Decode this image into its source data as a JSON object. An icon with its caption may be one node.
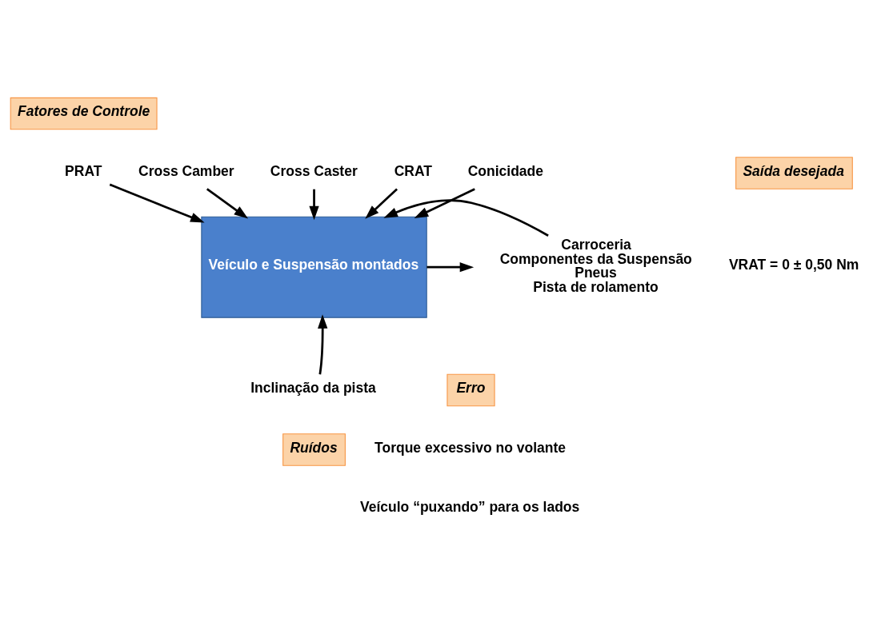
{
  "diagram": {
    "nodes": [
      {
        "text": [
          "Fatores de Controle"
        ]
      },
      {
        "text": [
          "Cross Camber"
        ]
      },
      {
        "text": [
          "Cross Caster"
        ]
      },
      {
        "text": [
          "PRAT"
        ]
      },
      {
        "text": [
          "CRAT"
        ]
      },
      {
        "text": [
          "Conicidade"
        ]
      },
      {
        "text": [
          "Carroceria",
          "Componentes da Suspensão",
          "Pneus",
          "Pista de rolamento"
        ]
      },
      {
        "text": [
          "Saída desejada"
        ]
      },
      {
        "text": [
          "Veículo e Suspensão montados"
        ]
      },
      {
        "text": [
          "Erro"
        ]
      },
      {
        "text": [
          "Inclinação da pista"
        ]
      },
      {
        "text": [
          "Ruídos"
        ]
      }
    ],
    "edges": [
      {
        "from": 1,
        "to": 8,
        "arrow": "to"
      },
      {
        "from": 2,
        "to": 8,
        "arrow": "to"
      },
      {
        "from": 3,
        "to": 8,
        "arrow": "to"
      },
      {
        "from": 4,
        "to": 8,
        "arrow": "to"
      },
      {
        "from": 5,
        "to": 8,
        "arrow": "to"
      },
      {
        "from": 6,
        "to": 8,
        "arrow": "to"
      },
      {
        "from": 8,
        "to": null,
        "arrow": "to"
      },
      {
        "from": 10,
        "to": 8,
        "arrow": "to"
      }
    ],
    "labels": [
      "VRAT = 0 ± 0,50 Nm",
      "Torque excessivo no volante",
      "Veículo “puxando” para os lados"
    ]
  }
}
